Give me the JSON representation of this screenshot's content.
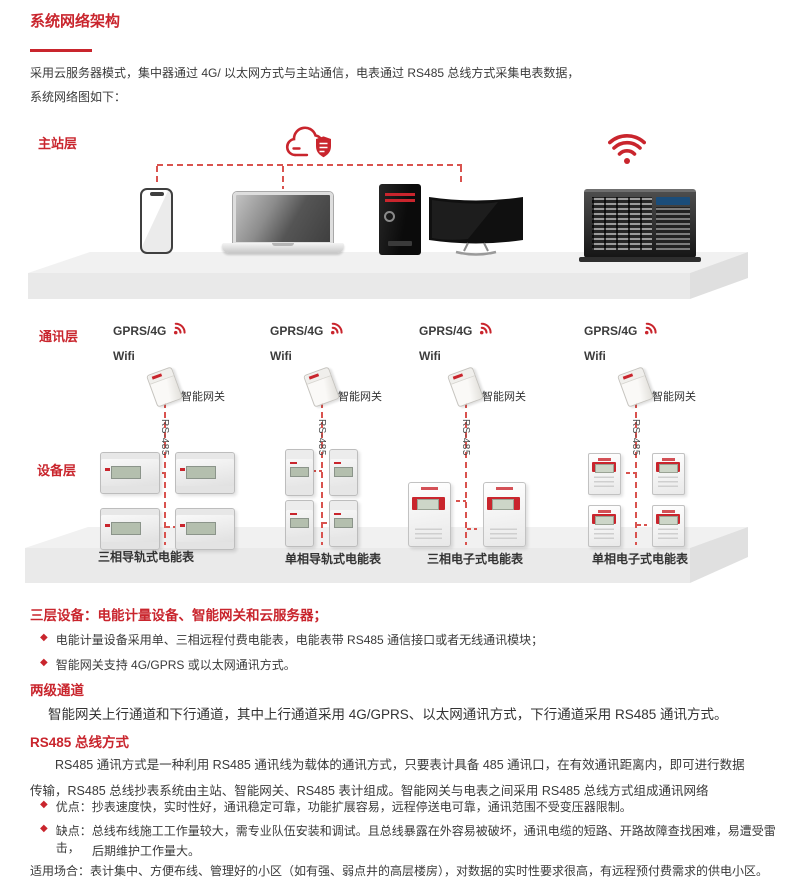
{
  "page": {
    "title": "系统网络架构",
    "intro": [
      "采用云服务器模式，集中器通过 4G/ 以太网方式与主站通信，电表通过 RS485 总线方式采集电表数据，",
      "系统网络图如下："
    ]
  },
  "colors": {
    "accent": "#c9252d",
    "dash_red": "#d9534f",
    "lcd_green": "#b4bfae",
    "server_strip_blue": "#1b4d7a"
  },
  "icons": {
    "cloud": "cloud-security-icon",
    "wifi": "wifi-icon",
    "signal": "gprs-signal-icon",
    "bullet": "◆"
  },
  "diagram": {
    "master_label": "主站层",
    "comm_label": "通讯层",
    "device_label": "设备层",
    "columns": [
      {
        "network": "GPRS/4G",
        "wifi": "Wifi",
        "gateway": "智能网关",
        "bus": "RS-485"
      },
      {
        "network": "GPRS/4G",
        "wifi": "Wifi",
        "gateway": "智能网关",
        "bus": "RS-485"
      },
      {
        "network": "GPRS/4G",
        "wifi": "Wifi",
        "gateway": "智能网关",
        "bus": "RS-485"
      },
      {
        "network": "GPRS/4G",
        "wifi": "Wifi",
        "gateway": "智能网关",
        "bus": "RS-485"
      }
    ],
    "groups": [
      {
        "label": "三相导轨式电能表"
      },
      {
        "label": "单相导轨式电能表"
      },
      {
        "label": "三相电子式电能表"
      },
      {
        "label": "单相电子式电能表"
      }
    ]
  },
  "sections": {
    "three_layer": {
      "heading": "三层设备：电能计量设备、智能网关和云服务器；",
      "bullets": [
        "电能计量设备采用单、三相远程付费电能表，电能表带 RS485 通信接口或者无线通讯模块；",
        "智能网关支持 4G/GPRS 或以太网通讯方式。"
      ]
    },
    "two_channel": {
      "heading": "两级通道",
      "body": "智能网关上行通道和下行通道，其中上行通道采用 4G/GPRS、以太网通讯方式，下行通道采用 RS485 通讯方式。"
    },
    "rs485": {
      "heading": "RS485 总线方式",
      "body": "RS485 通讯方式是一种利用 RS485 通讯线为载体的通讯方式，只要表计具备 485 通讯口，在有效通讯距离内，即可进行数据传输，RS485 总线抄表系统由主站、智能网关、RS485 表计组成。智能网关与电表之间采用 RS485 总线方式组成通讯网络",
      "bullets": [
        "优点：抄表速度快，实时性好，通讯稳定可靠，功能扩展容易，远程停送电可靠，通讯范围不受变压器限制。",
        "缺点：总线布线施工工作量较大，需专业队伍安装和调试。且总线暴露在外容易被破坏，通讯电缆的短路、开路故障查找困难，易遭受雷击，"
      ],
      "bullet2_cont": "后期维护工作量大。",
      "usage": "适用场合：表计集中、方便布线、管理好的小区（如有强、弱点井的高层楼房），对数据的实时性要求很高，有远程预付费需求的供电小区。"
    }
  }
}
